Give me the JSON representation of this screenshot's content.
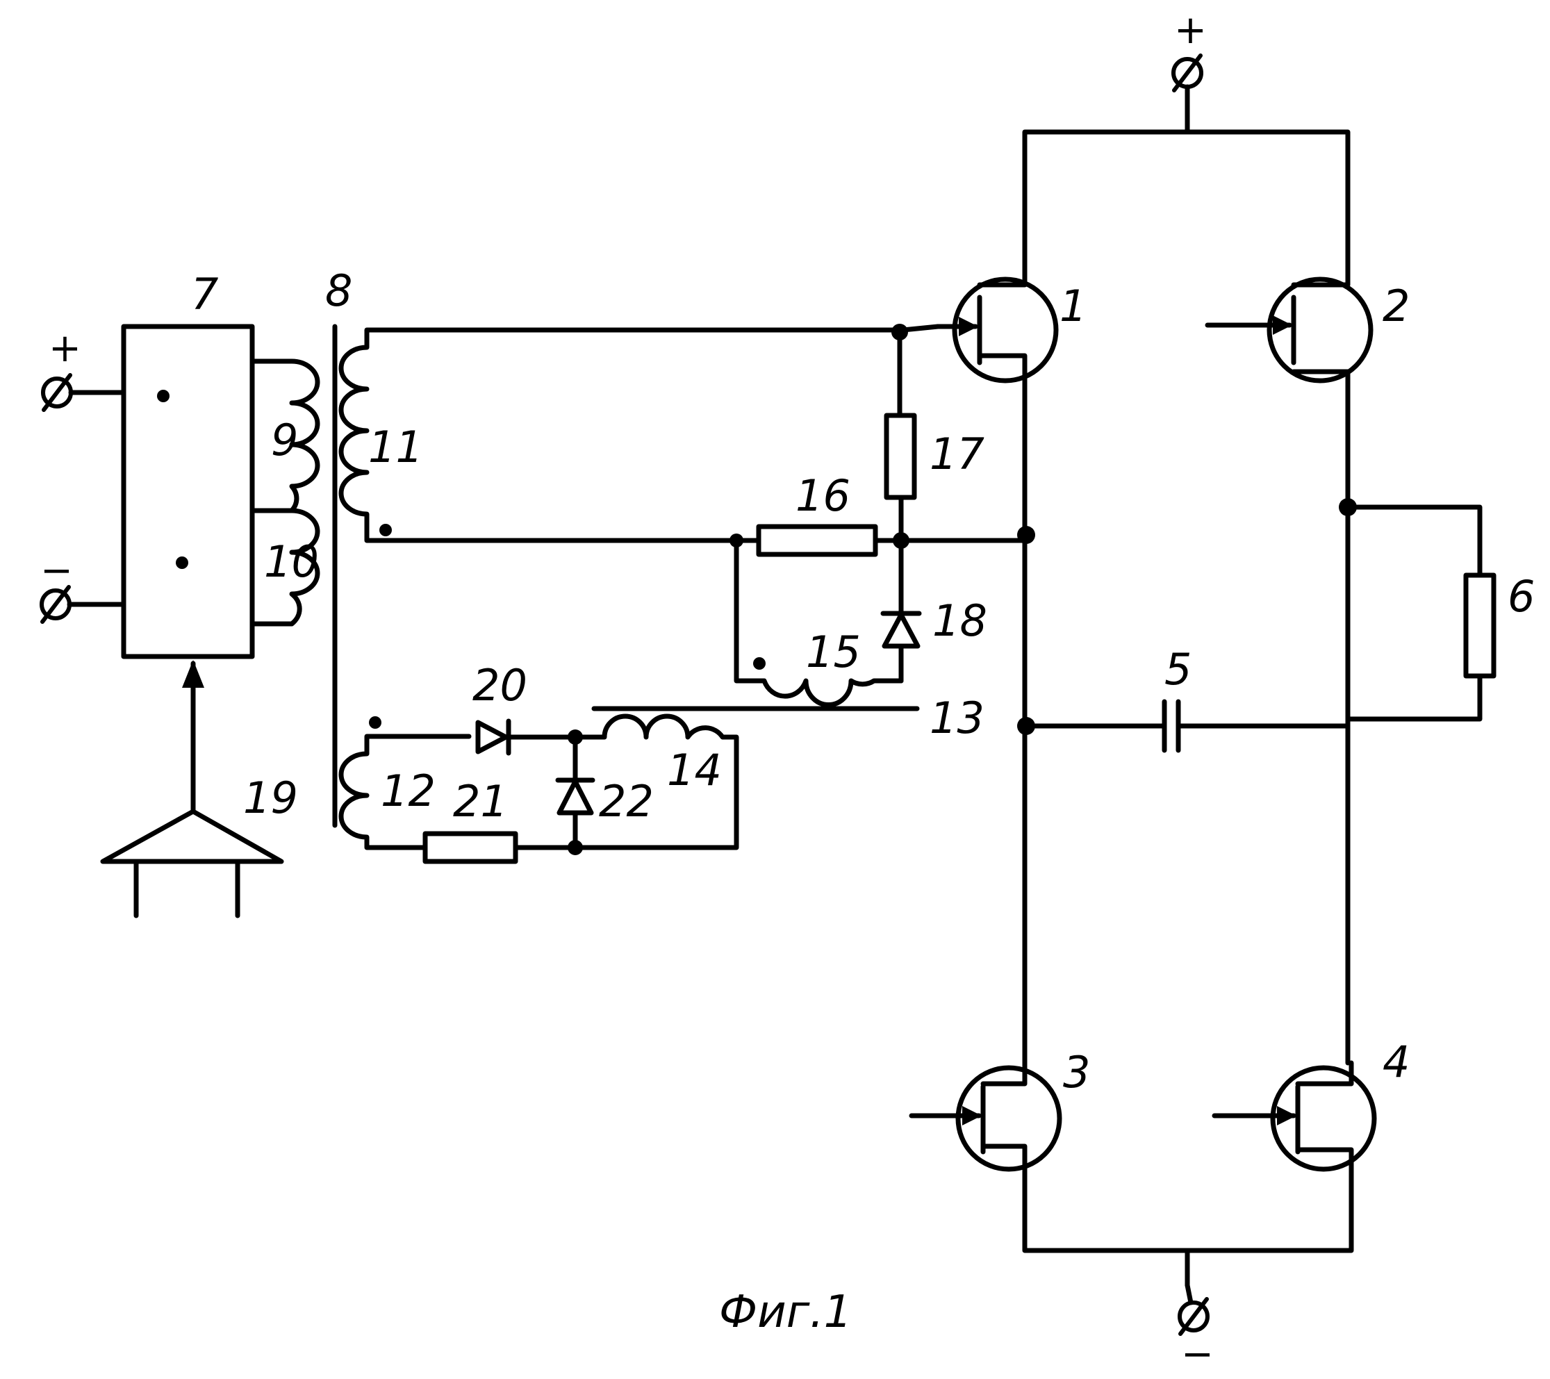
{
  "labels": {
    "t1": "1",
    "t2": "2",
    "t3": "3",
    "t4": "4",
    "c5": "5",
    "r6": "6",
    "u7": "7",
    "x8": "8",
    "w9": "9",
    "w10": "10",
    "w11": "11",
    "w12": "12",
    "w13": "13",
    "w14": "14",
    "w15": "15",
    "r16": "16",
    "r17": "17",
    "d18": "18",
    "g19": "19",
    "d20": "20",
    "r21": "21",
    "d22": "22"
  },
  "terminals": {
    "plus": "+",
    "minus": "−"
  },
  "caption": "Фиг.1"
}
